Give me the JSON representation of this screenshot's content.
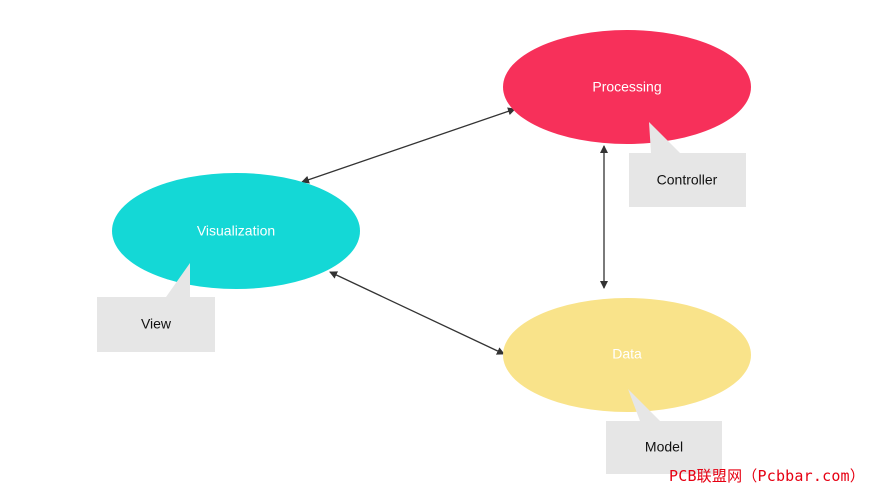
{
  "diagram": {
    "nodes": {
      "processing": {
        "label": "Processing",
        "color": "#f7305a"
      },
      "visualization": {
        "label": "Visualization",
        "color": "#14d8d6"
      },
      "data": {
        "label": "Data",
        "color": "#f9e38a"
      }
    },
    "callouts": {
      "controller": {
        "label": "Controller",
        "color": "#e6e6e6"
      },
      "view": {
        "label": "View",
        "color": "#e6e6e6"
      },
      "model": {
        "label": "Model",
        "color": "#e6e6e6"
      }
    },
    "arrow_color": "#333333"
  },
  "watermark": "PCB联盟网（Pcbbar.com）"
}
